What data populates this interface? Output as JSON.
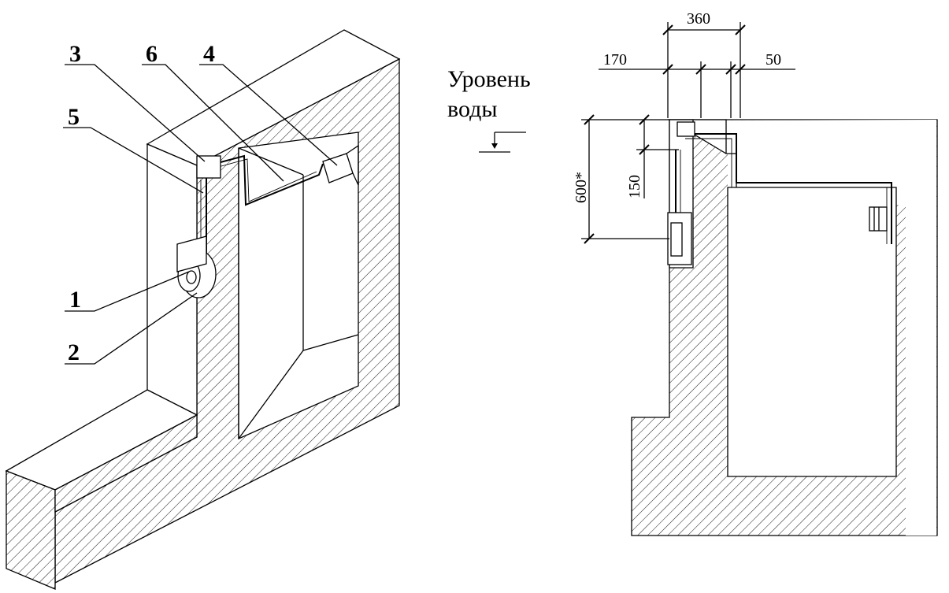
{
  "iso_view": {
    "callouts": [
      "1",
      "2",
      "3",
      "4",
      "5",
      "6"
    ]
  },
  "section_view": {
    "dimensions": {
      "top_overall": "360",
      "left_offset": "170",
      "right_offset": "50",
      "height": "600*",
      "sub_height": "150"
    },
    "water_level_label_line1": "Уровень",
    "water_level_label_line2": "воды"
  },
  "colors": {
    "line": "#000000",
    "background": "#ffffff"
  }
}
